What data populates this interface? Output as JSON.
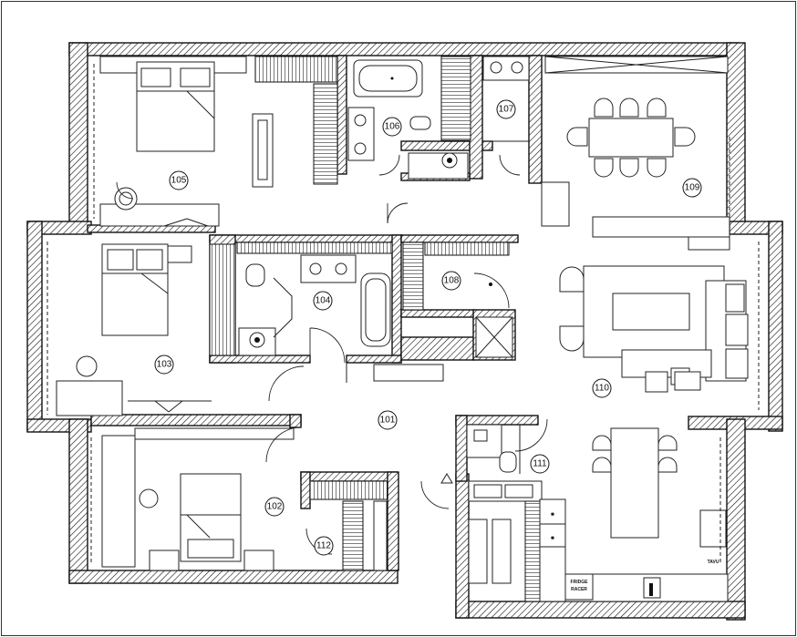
{
  "rooms": [
    {
      "id": "r101",
      "number": "101"
    },
    {
      "id": "r102",
      "number": "102"
    },
    {
      "id": "r103",
      "number": "103"
    },
    {
      "id": "r104",
      "number": "104"
    },
    {
      "id": "r105",
      "number": "105"
    },
    {
      "id": "r106",
      "number": "106"
    },
    {
      "id": "r107",
      "number": "107"
    },
    {
      "id": "r108",
      "number": "108"
    },
    {
      "id": "r109",
      "number": "109"
    },
    {
      "id": "r110",
      "number": "110"
    },
    {
      "id": "r111",
      "number": "111"
    },
    {
      "id": "r112",
      "number": "112"
    }
  ],
  "appliances": {
    "fridge_line1": "FRIDGE",
    "fridge_line2": "RACER",
    "tv_label": "TAVU"
  }
}
